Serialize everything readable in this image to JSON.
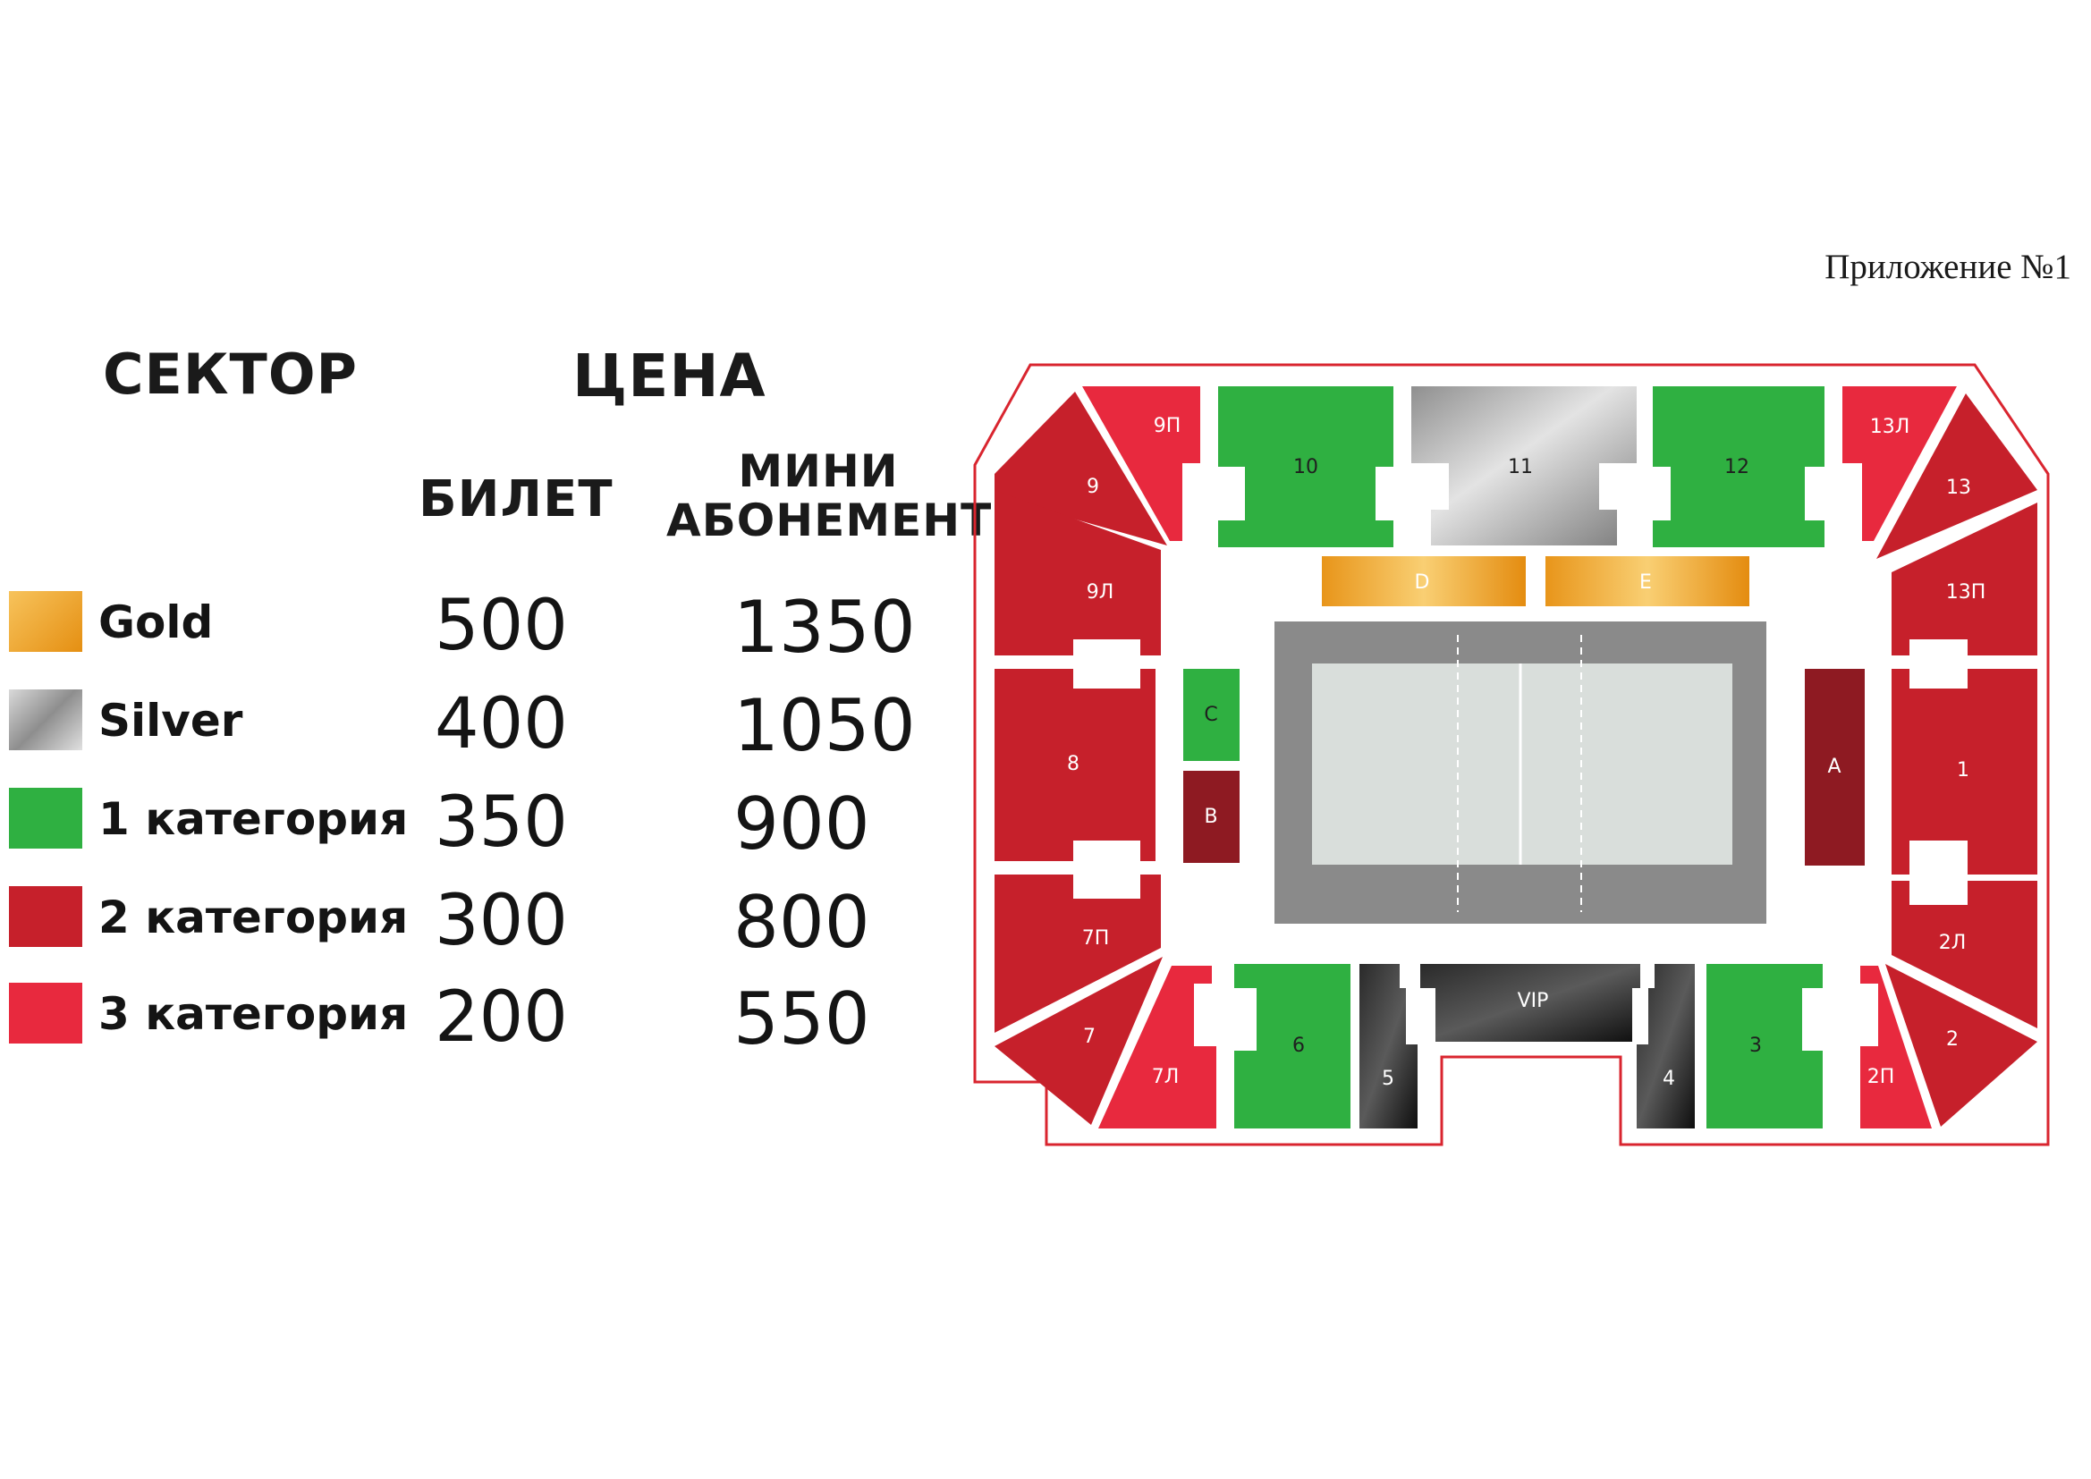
{
  "appendix_label": "Приложение №1",
  "headers": {
    "sector": "СЕКТОР",
    "price": "ЦЕНА",
    "ticket": "БИЛЕТ",
    "mini_line1": "МИНИ",
    "mini_line2": "АБОНЕМЕНТ"
  },
  "legend": [
    {
      "category": "Gold",
      "ticket": "500",
      "mini": "1350",
      "color": "#f0a62a"
    },
    {
      "category": "Silver",
      "ticket": "400",
      "mini": "1050",
      "color": "#b9b9b9"
    },
    {
      "category": "1 категория",
      "ticket": "350",
      "mini": "900",
      "color": "#2fb041"
    },
    {
      "category": "2 категория",
      "ticket": "300",
      "mini": "800",
      "color": "#c6202b"
    },
    {
      "category": "3 категория",
      "ticket": "200",
      "mini": "550",
      "color": "#e8293e"
    }
  ],
  "sectors": {
    "s1": "1",
    "s2": "2",
    "s2L": "2Л",
    "s2P": "2П",
    "s3": "3",
    "s4": "4",
    "s5": "5",
    "s6": "6",
    "s7": "7",
    "s7L": "7Л",
    "s7P": "7П",
    "s8": "8",
    "s9": "9",
    "s9L": "9Л",
    "s9P": "9П",
    "s10": "10",
    "s11": "11",
    "s12": "12",
    "s13": "13",
    "s13L": "13Л",
    "s13P": "13П",
    "vip": "VIP",
    "A": "A",
    "B": "B",
    "C": "C",
    "D": "D",
    "E": "E"
  },
  "colors": {
    "gold": "#f0a62a",
    "silver": "#b4b4b4",
    "cat1": "#2fb041",
    "cat2": "#c6202b",
    "cat3": "#e8293e",
    "dark_red": "#8e1a22",
    "black": "#151515",
    "court_outer": "#8a8a8a",
    "court_inner": "#d9dedb",
    "outline": "#d9252f"
  }
}
